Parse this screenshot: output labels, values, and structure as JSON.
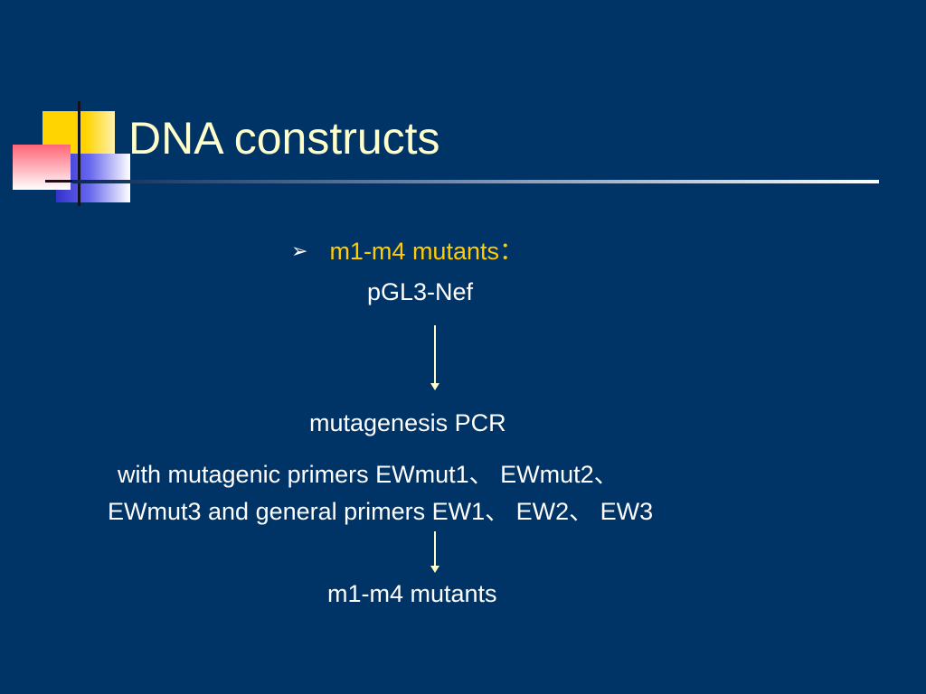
{
  "slide": {
    "title": "DNA constructs",
    "bullet": {
      "icon": "arrow-bullet-icon",
      "glyph": "➢",
      "text": "m1-m4 mutants："
    },
    "flow": {
      "plasmid": "pGL3-Nef",
      "step": "mutagenesis PCR",
      "primers_line1": "with mutagenic primers EWmut1、 EWmut2、",
      "primers_line2": "EWmut3 and general primers EW1、 EW2、 EW3",
      "result": "m1-m4 mutants"
    }
  },
  "colors": {
    "background": "#003366",
    "title": "#ffffcc",
    "bullet_text": "#ffcc00",
    "body_text": "#ffffff"
  }
}
